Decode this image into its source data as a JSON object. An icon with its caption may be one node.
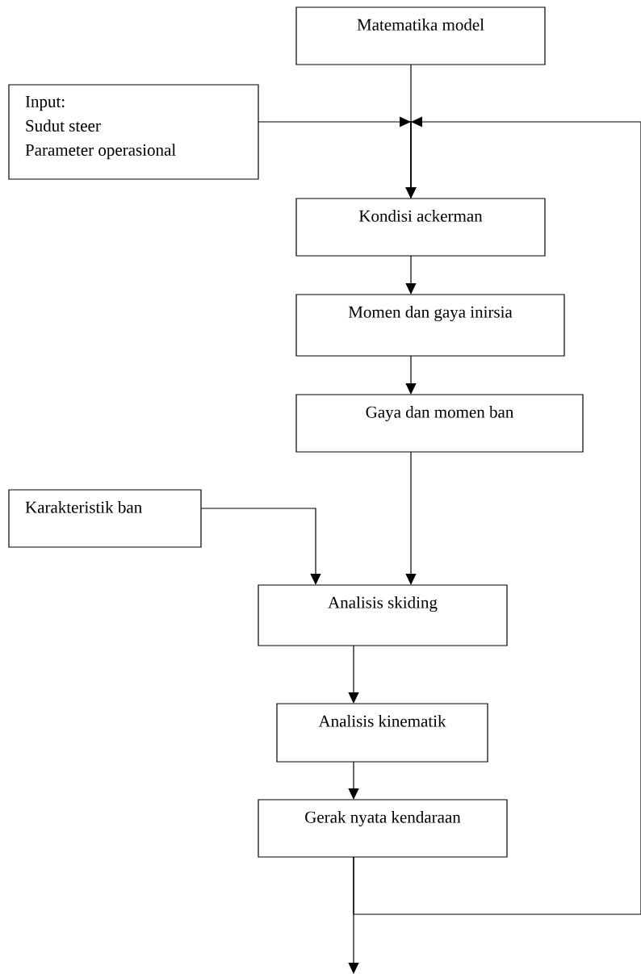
{
  "diagram": {
    "nodes": [
      {
        "text": [
          "Matematika model"
        ]
      },
      {
        "text": [
          "Input:",
          "Sudut steer",
          "Parameter operasional"
        ]
      },
      {
        "text": [
          "Kondisi ackerman"
        ]
      },
      {
        "text": [
          "Momen dan gaya inirsia"
        ]
      },
      {
        "text": [
          "Gaya dan momen ban"
        ]
      },
      {
        "text": [
          "Karakteristik ban"
        ]
      },
      {
        "text": [
          "Analisis skiding"
        ]
      },
      {
        "text": [
          "Analisis kinematik"
        ]
      },
      {
        "text": [
          "Gerak nyata kendaraan"
        ]
      }
    ],
    "edges": [
      {
        "from": 0,
        "to": 2,
        "arrow": "to"
      },
      {
        "from": 1,
        "to": 2,
        "arrow": "to"
      },
      {
        "from": 8,
        "to": 2,
        "arrow": "to"
      },
      {
        "from": 2,
        "to": 3,
        "arrow": "to"
      },
      {
        "from": 3,
        "to": 4,
        "arrow": "to"
      },
      {
        "from": 4,
        "to": 6,
        "arrow": "to"
      },
      {
        "from": 5,
        "to": 6,
        "arrow": "to"
      },
      {
        "from": 6,
        "to": 7,
        "arrow": "to"
      },
      {
        "from": 7,
        "to": 8,
        "arrow": "to"
      },
      {
        "from": 8,
        "to": null,
        "arrow": "to"
      }
    ]
  }
}
